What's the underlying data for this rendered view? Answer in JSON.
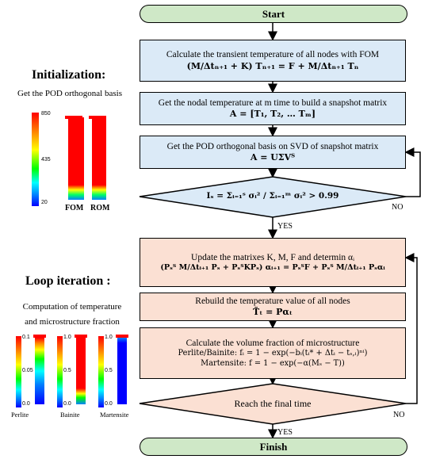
{
  "start_label": "Start",
  "finish_label": "Finish",
  "init": {
    "title": "Initialization:",
    "subtitle": "Get the POD orthogonal basis",
    "fom_label": "FOM",
    "rom_label": "ROM",
    "ticks": [
      "850",
      "435",
      "20"
    ],
    "step1_text": "Calculate the transient temperature of all nodes with FOM",
    "step1_eq": "(M/Δtₙ₊₁ + K) Tₙ₊₁ = F + M/Δtₙ₊₁ Tₙ",
    "step2_text": "Get the nodal temperature at m time to build a snapshot matrix",
    "step2_eq": "A = [T₁, T₂, … Tₘ]",
    "step3_text": "Get the POD orthogonal basis on SVD of snapshot matrix",
    "step3_eq": "A = UΣVᵀ",
    "decision_eq": "Iₛ = Σᵢ₌₁ˢ σᵢ² / Σᵢ₌₁ᵐ σᵢ² > 0.99",
    "no_label": "NO",
    "yes_label": "YES"
  },
  "loop": {
    "title": "Loop iteration :",
    "subtitle_line1": "Computation of temperature",
    "subtitle_line2": "and microstructure fraction",
    "step1_text": "Update the matrixes K, M, F and determin αᵢ",
    "step1_eq": "(Pₛᵀ M/Δtᵢ₊₁ Pₛ + PₛᵀKPₛ) αᵢ₊₁ = PₛᵀF + Pₛᵀ M/Δtᵢ₊₁ Pₛαᵢ",
    "step2_text": "Rebuild the temperature value of all nodes",
    "step2_eq": "T̃ₜ = Pαₜ",
    "step3_text": "Calculate the volume fraction of microstructure",
    "step3_eq1": "Perlite/Bainite:  fᵢ = 1 − exp(−bᵢ(tᵢ* + Δtᵢ − tₛ,ᵢ)ⁿⁱ)",
    "step3_eq2": "Martensite:  f = 1 − exp(−α(Mₛ − T))",
    "decision_text": "Reach the final time",
    "no_label": "NO",
    "yes_label": "YES",
    "bars": [
      {
        "label": "Perlite",
        "ticks": [
          "0.1",
          "0.05",
          "0.0"
        ]
      },
      {
        "label": "Bainite",
        "ticks": [
          "1.0",
          "0.5",
          "0.0"
        ]
      },
      {
        "label": "Martensite",
        "ticks": [
          "1.0",
          "0.5",
          "0.0"
        ]
      }
    ]
  },
  "colors": {
    "terminal": "#cfe8c7",
    "init_panel": "#dbeaf7",
    "loop_panel": "#fbe0d3",
    "bar_red": "#ff0000",
    "bar_blue": "#0000ff"
  }
}
